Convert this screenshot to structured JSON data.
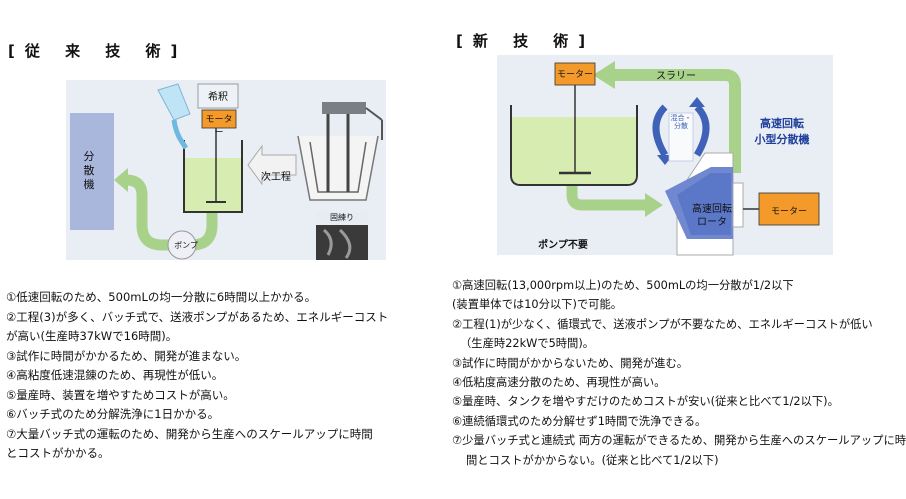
{
  "old": {
    "title": "[従 来 技 術]",
    "labels": {
      "dispersion_machine": "分散機",
      "dilution": "希釈",
      "motor": "モーター",
      "next_process": "次工程",
      "pump": "ポンプ",
      "kneading_caption": "固練り"
    },
    "lines": [
      "①低速回転のため、500mLの均一分散に6時間以上かかる。",
      "②工程(3)が多く、バッチ式で、送液ポンプがあるため、エネルギーコスト",
      "が高い(生産時37kWで16時間)。",
      "③試作に時間がかかるため、開発が進まない。",
      "④高粘度低速混錬のため、再現性が低い。",
      "⑤量産時、装置を増やすためコストが高い。",
      "⑥バッチ式のため分解洗浄に1日かかる。",
      "⑦大量バッチ式の運転のため、開発から生産へのスケールアップに時間",
      "とコストがかかる。"
    ]
  },
  "new": {
    "title": "[新 技 術]",
    "labels": {
      "motor_top": "モーター",
      "slurry": "スラリー",
      "mixing_dispersion": "混合・分散",
      "high_speed_small": "高速回転\n小型分散機",
      "high_speed_rotor": "高速回転\nロータ",
      "motor_right": "モーター",
      "no_pump": "ポンプ不要"
    },
    "lines": [
      "①高速回転(13,000rpm以上)のため、500mLの均一分散が1/2以下",
      "(装置単体では10分以下)で可能。",
      "②工程(1)が少なく、循環式で、送液ポンプが不要なため、エネルギーコストが低い",
      "（生産時22kWで5時間)。",
      "③試作に時間がかからないため、開発が進む。",
      "④低粘度高速分散のため、再現性が高い。",
      "⑤量産時、タンクを増やすだけのためコストが安い(従来と比べて1/2以下)。",
      "⑥連続循環式のため分解せず1時間で洗浄できる。",
      "⑦少量バッチ式と連続式 両方の運転ができるため、開発から生産へのスケールアップに時",
      "間とコストがかからない。(従来と比べて1/2以下)"
    ]
  },
  "colors": {
    "panel_bg": "#e9eef4",
    "liquid": "#d6ecb0",
    "arrow_green": "#a8d28a",
    "motor_orange": "#f39a2a",
    "machine_blue": "#a9b7dc",
    "rotor_blue": "#5b77c8",
    "text_blue": "#1f3f9a"
  }
}
